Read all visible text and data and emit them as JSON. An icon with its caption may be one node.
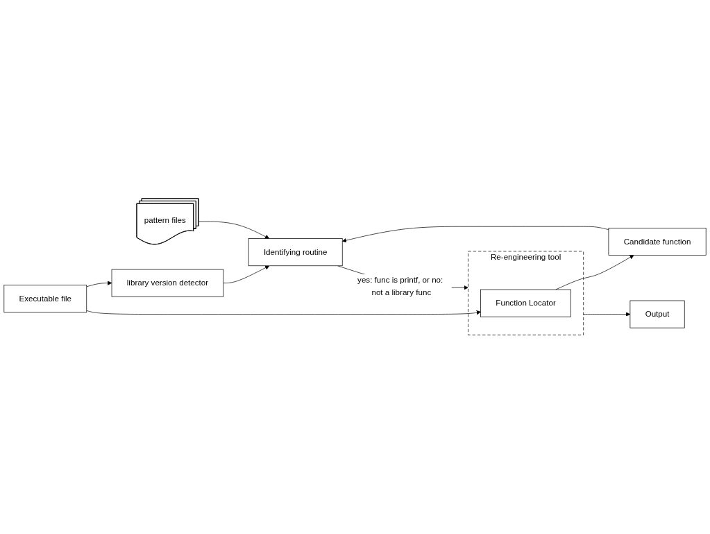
{
  "diagram": {
    "nodes": [
      {
        "text": [
          "library version detector"
        ]
      },
      {
        "text": [
          "pattern files"
        ]
      },
      {
        "text": [
          "Candidate function"
        ]
      },
      {
        "text": [
          "Identifying routine"
        ]
      },
      {
        "text": [
          "Re-engineering tool"
        ]
      },
      {
        "text": [
          "Executable file"
        ]
      },
      {
        "text": [
          "Function Locator"
        ],
        "in": 4
      },
      {
        "text": [
          "Output"
        ]
      }
    ],
    "edges": [
      {
        "from": 5,
        "to": 0,
        "arrow": "to"
      },
      {
        "from": 0,
        "to": 3,
        "arrow": "to"
      },
      {
        "from": 1,
        "to": 3,
        "arrow": "to"
      },
      {
        "from": 2,
        "to": 3,
        "arrow": "to"
      },
      {
        "from": 6,
        "to": 2,
        "arrow": "to"
      },
      {
        "from": 3,
        "to": 4,
        "arrow": "to",
        "label": "yes: func is printf, or no: not a library func"
      },
      {
        "from": 5,
        "to": 6,
        "arrow": "to"
      },
      {
        "from": 4,
        "to": 7,
        "arrow": "to"
      }
    ]
  }
}
